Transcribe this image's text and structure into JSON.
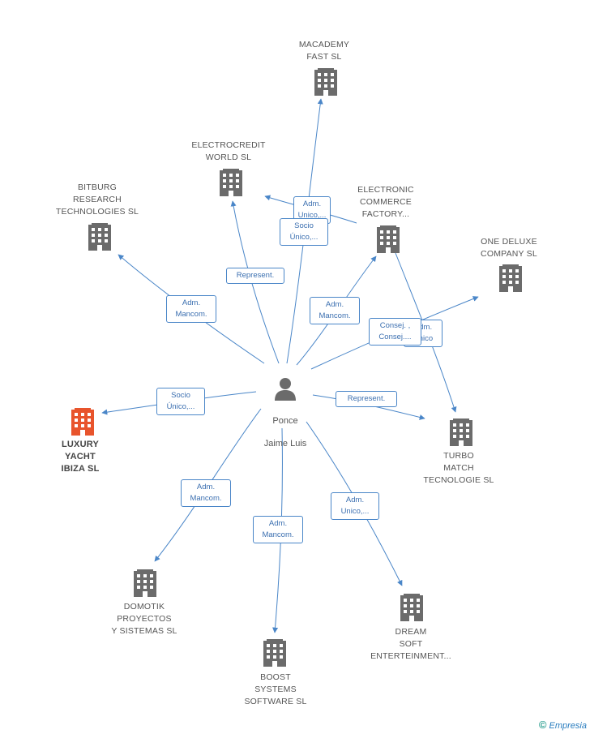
{
  "center": {
    "line1": "Ponce",
    "line2": "Jaime Luis"
  },
  "nodes": {
    "macademy": {
      "label": "MACADEMY\nFAST  SL"
    },
    "electrocredit": {
      "label": "ELECTROCREDIT\nWORLD SL"
    },
    "electronic": {
      "label": "ELECTRONIC\nCOMMERCE\nFACTORY..."
    },
    "bitburg": {
      "label": "BITBURG\nRESEARCH\nTECHNOLOGIES SL"
    },
    "onedeluxe": {
      "label": "ONE DELUXE\nCOMPANY  SL"
    },
    "luxury": {
      "label": "LUXURY\nYACHT\nIBIZA  SL"
    },
    "turbo": {
      "label": "TURBO\nMATCH\nTECNOLOGIE SL"
    },
    "domotik": {
      "label": "DOMOTIK\nPROYECTOS\nY SISTEMAS SL"
    },
    "boost": {
      "label": "BOOST\nSYSTEMS\nSOFTWARE SL"
    },
    "dream": {
      "label": "DREAM\nSOFT\nENTERTEINMENT..."
    }
  },
  "edges": {
    "adm_unico_1": "Adm.\nUnico,...",
    "socio_unico_1": "Socio\nÚnico,...",
    "represent_1": "Represent.",
    "adm_mancom_1": "Adm.\nMancom.",
    "adm_mancom_2": "Adm.\nMancom.",
    "adm_unico_2": "Adm.\nUnico",
    "consej": "Consej. ,\nConsej....",
    "socio_unico_2": "Socio\nÚnico,...",
    "represent_2": "Represent.",
    "adm_mancom_3": "Adm.\nMancom.",
    "adm_mancom_4": "Adm.\nMancom.",
    "adm_unico_3": "Adm.\nUnico,..."
  },
  "colors": {
    "edge": "#4a86c8",
    "building": "#6b6b6b",
    "highlight": "#e8542c",
    "person": "#6b6b6b"
  },
  "brand": {
    "symbol": "©",
    "text": "Empresia"
  }
}
